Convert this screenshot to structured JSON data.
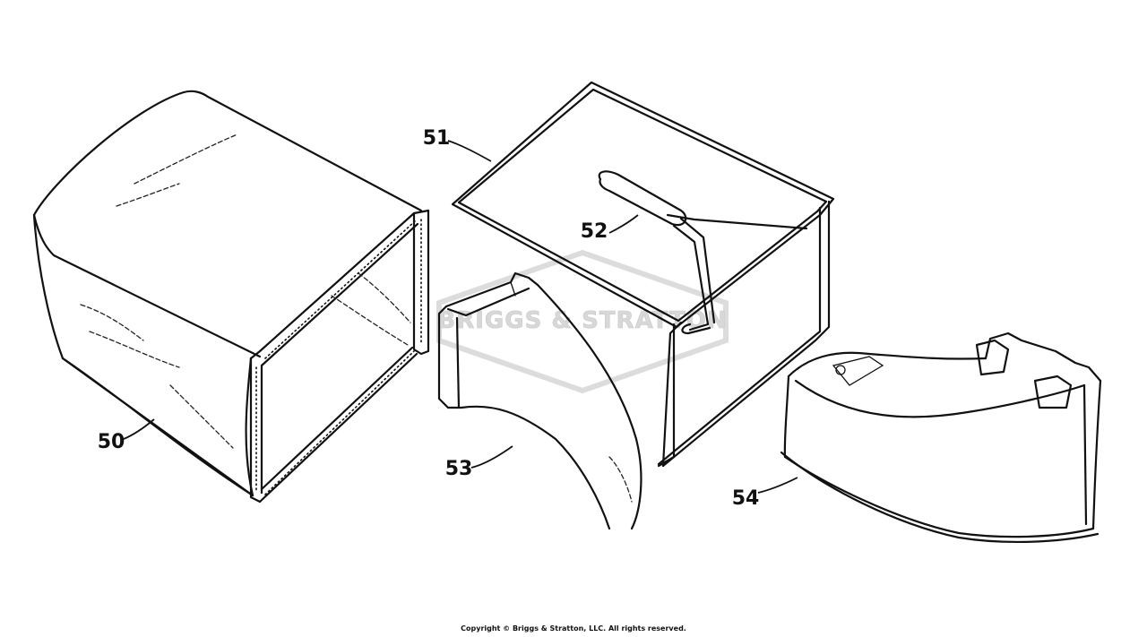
{
  "watermark": {
    "text": "BRIGGS & STRATTON"
  },
  "callouts": [
    {
      "id": "50",
      "label": "50"
    },
    {
      "id": "51",
      "label": "51"
    },
    {
      "id": "52",
      "label": "52"
    },
    {
      "id": "53",
      "label": "53"
    },
    {
      "id": "54",
      "label": "54"
    }
  ],
  "footer": {
    "copyright": "Copyright © Briggs & Stratton, LLC. All rights reserved."
  }
}
